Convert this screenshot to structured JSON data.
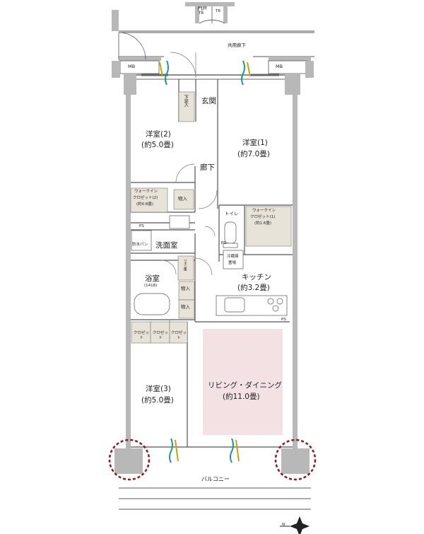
{
  "plan": {
    "corridor_label": "共用廊下",
    "balcony_label": "バルコニー",
    "mb_label": "MB",
    "entrance_door_label": "門戸",
    "tr_label": "TR",
    "ps_label": "PS",
    "rooms": {
      "western2": {
        "name": "洋室(2)",
        "size": "(約5.0畳)"
      },
      "western1": {
        "name": "洋室(1)",
        "size": "(約7.0畳)"
      },
      "western3": {
        "name": "洋室(3)",
        "size": "(約5.0畳)"
      },
      "entrance": {
        "name": "玄関"
      },
      "hallway": {
        "name": "廊下"
      },
      "toilet": {
        "name": "トイレ"
      },
      "washroom": {
        "name": "洗面室"
      },
      "bath": {
        "name": "浴室",
        "size": "(1418)"
      },
      "kitchen": {
        "name": "キッチン",
        "size": "(約3.2畳)"
      },
      "living": {
        "name": "リビング・ダイニング",
        "size": "(約11.0畳)"
      }
    },
    "storage": {
      "shoe": "下足入",
      "wic2": [
        "ウォークイン",
        "クロゼット(2)",
        "(約0.8畳)"
      ],
      "wic1": [
        "ウォークイン",
        "クロゼット(1)",
        "(約1.6畳)"
      ],
      "mono": "物入",
      "waterproof_pan": "防水パン",
      "linen": "リネン庫",
      "fridge": [
        "冷蔵庫",
        "置場"
      ],
      "closet": "クロゼット"
    },
    "colors": {
      "wall": "#b8b8b8",
      "storage": "#e8e3d8",
      "living": "#f3e1e3",
      "flow_green": "#1a9c8c",
      "flow_yellow": "#c9a400",
      "column_ring": "#8e1a22"
    },
    "compass_label": "N"
  }
}
